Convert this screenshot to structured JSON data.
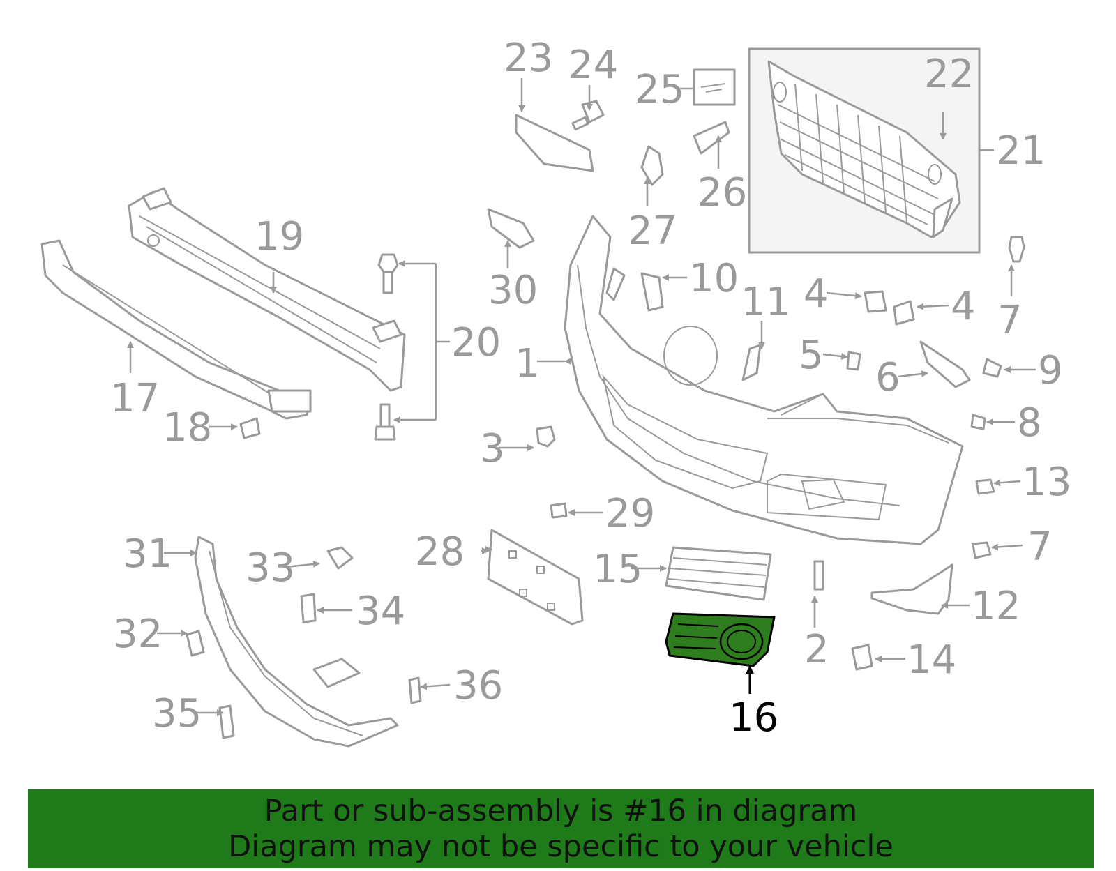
{
  "callouts": [
    {
      "id": "c1",
      "label": "1"
    },
    {
      "id": "c2",
      "label": "2"
    },
    {
      "id": "c3",
      "label": "3"
    },
    {
      "id": "c4a",
      "label": "4"
    },
    {
      "id": "c4b",
      "label": "4"
    },
    {
      "id": "c5",
      "label": "5"
    },
    {
      "id": "c6",
      "label": "6"
    },
    {
      "id": "c7a",
      "label": "7"
    },
    {
      "id": "c7b",
      "label": "7"
    },
    {
      "id": "c8",
      "label": "8"
    },
    {
      "id": "c9",
      "label": "9"
    },
    {
      "id": "c10",
      "label": "10"
    },
    {
      "id": "c11",
      "label": "11"
    },
    {
      "id": "c12",
      "label": "12"
    },
    {
      "id": "c13",
      "label": "13"
    },
    {
      "id": "c14",
      "label": "14"
    },
    {
      "id": "c15",
      "label": "15"
    },
    {
      "id": "c16",
      "label": "16"
    },
    {
      "id": "c17",
      "label": "17"
    },
    {
      "id": "c18",
      "label": "18"
    },
    {
      "id": "c19",
      "label": "19"
    },
    {
      "id": "c20",
      "label": "20"
    },
    {
      "id": "c21",
      "label": "21"
    },
    {
      "id": "c22",
      "label": "22"
    },
    {
      "id": "c23",
      "label": "23"
    },
    {
      "id": "c24",
      "label": "24"
    },
    {
      "id": "c25",
      "label": "25"
    },
    {
      "id": "c26",
      "label": "26"
    },
    {
      "id": "c27",
      "label": "27"
    },
    {
      "id": "c28",
      "label": "28"
    },
    {
      "id": "c29",
      "label": "29"
    },
    {
      "id": "c30",
      "label": "30"
    },
    {
      "id": "c31",
      "label": "31"
    },
    {
      "id": "c32",
      "label": "32"
    },
    {
      "id": "c33",
      "label": "33"
    },
    {
      "id": "c34",
      "label": "34"
    },
    {
      "id": "c35",
      "label": "35"
    },
    {
      "id": "c36",
      "label": "36"
    }
  ],
  "highlighted_part": "16",
  "colors": {
    "line": "#9a9a9a",
    "highlight_fill": "#2e7d1f",
    "banner": "#1f7a1a"
  },
  "banner": {
    "line1": "Part or sub-assembly is #16 in diagram",
    "line2": "Diagram may not be specific to your vehicle"
  }
}
